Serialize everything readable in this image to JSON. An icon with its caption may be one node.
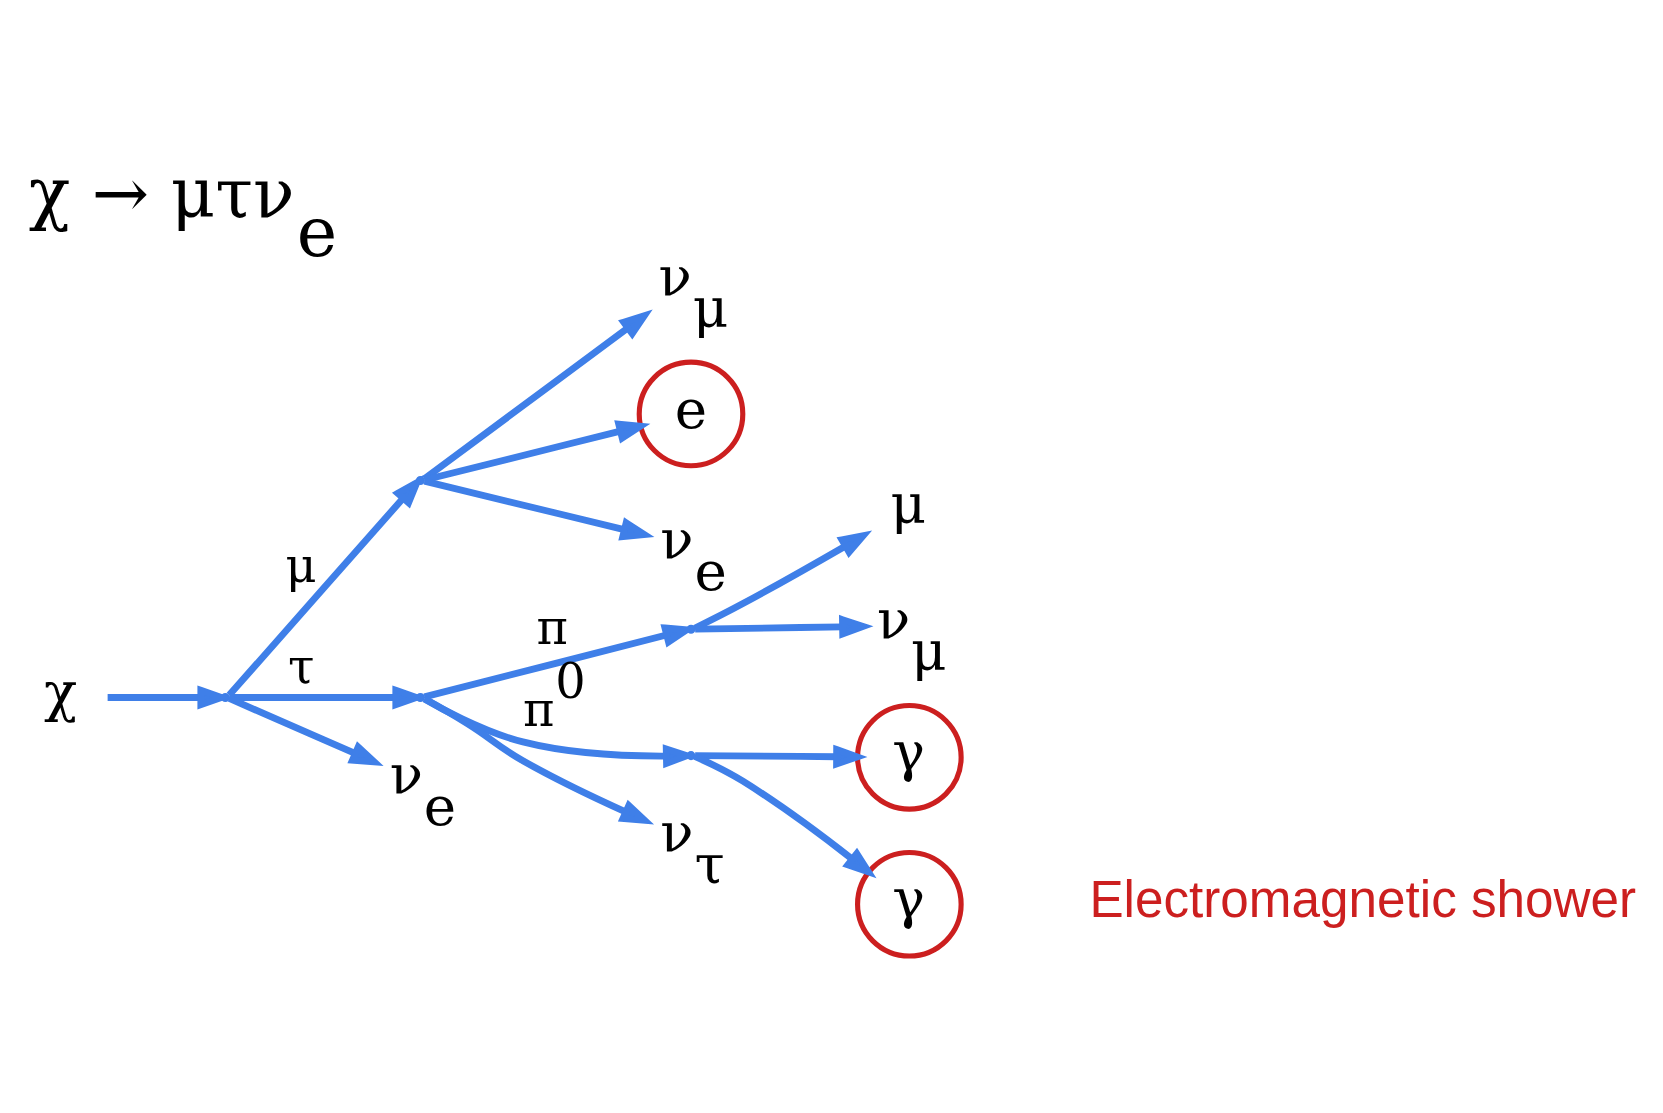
{
  "diagram": {
    "title": "χ → μτν$_{e}$",
    "nodes": [
      {
        "text": [
          "χ"
        ]
      },
      {
        "text": [],
        "shape": "point"
      },
      {
        "text": [],
        "shape": "point"
      },
      {
        "text": [
          "ν$_{μ}$"
        ]
      },
      {
        "text": [
          "e"
        ]
      },
      {
        "text": [
          "ν$_{e}$"
        ]
      },
      {
        "text": [],
        "shape": "point"
      },
      {
        "text": [
          "ν$_{e}$"
        ]
      },
      {
        "text": [],
        "shape": "point"
      },
      {
        "text": [
          "μ"
        ]
      },
      {
        "text": [
          "ν$_{μ}$"
        ]
      },
      {
        "text": [],
        "shape": "point"
      },
      {
        "text": [
          "ν$_{τ}$"
        ]
      },
      {
        "text": [
          "γ"
        ]
      },
      {
        "text": [
          "γ"
        ]
      }
    ],
    "edges": [
      {
        "from": 0,
        "to": 1,
        "arrow": "to"
      },
      {
        "from": 1,
        "to": 2,
        "arrow": "to",
        "label": "μ"
      },
      {
        "from": 1,
        "to": 6,
        "arrow": "to",
        "label": "τ"
      },
      {
        "from": 1,
        "to": 7,
        "arrow": "to"
      },
      {
        "from": 2,
        "to": 3,
        "arrow": "to"
      },
      {
        "from": 2,
        "to": 4,
        "arrow": "to"
      },
      {
        "from": 2,
        "to": 5,
        "arrow": "to"
      },
      {
        "from": 6,
        "to": 8,
        "arrow": "to",
        "label": "π"
      },
      {
        "from": 6,
        "to": 11,
        "arrow": "to",
        "label": "π$^{0}$"
      },
      {
        "from": 6,
        "to": 12,
        "arrow": "to"
      },
      {
        "from": 8,
        "to": 9,
        "arrow": "to"
      },
      {
        "from": 8,
        "to": 10,
        "arrow": "to"
      },
      {
        "from": 11,
        "to": 13,
        "arrow": "to"
      },
      {
        "from": 11,
        "to": 14,
        "arrow": "to"
      }
    ],
    "labels": [
      "Electromagnetic shower"
    ]
  }
}
